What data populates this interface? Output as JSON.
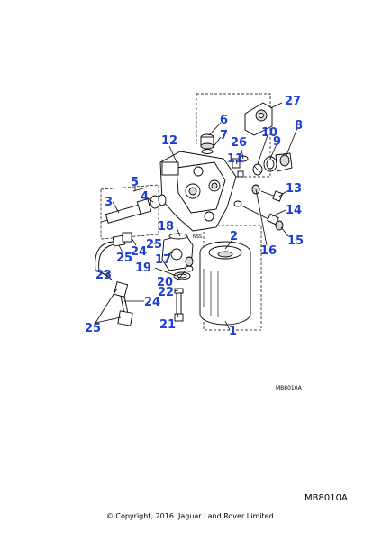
{
  "diagram": {
    "callouts": [
      "1",
      "2",
      "3",
      "4",
      "5",
      "6",
      "7",
      "8",
      "9",
      "10",
      "11",
      "12",
      "13",
      "14",
      "15",
      "16",
      "17",
      "18",
      "19",
      "20",
      "21",
      "22",
      "23",
      "24",
      "24",
      "25",
      "25",
      "25",
      "26",
      "27"
    ],
    "inline_label": "NSS",
    "reference_code_small": "MB8010A",
    "reference_code": "MB8010A",
    "copyright": "© Copyright, 2016. Jaguar Land Rover Limited.",
    "callout_color": "#1e3fd6"
  }
}
